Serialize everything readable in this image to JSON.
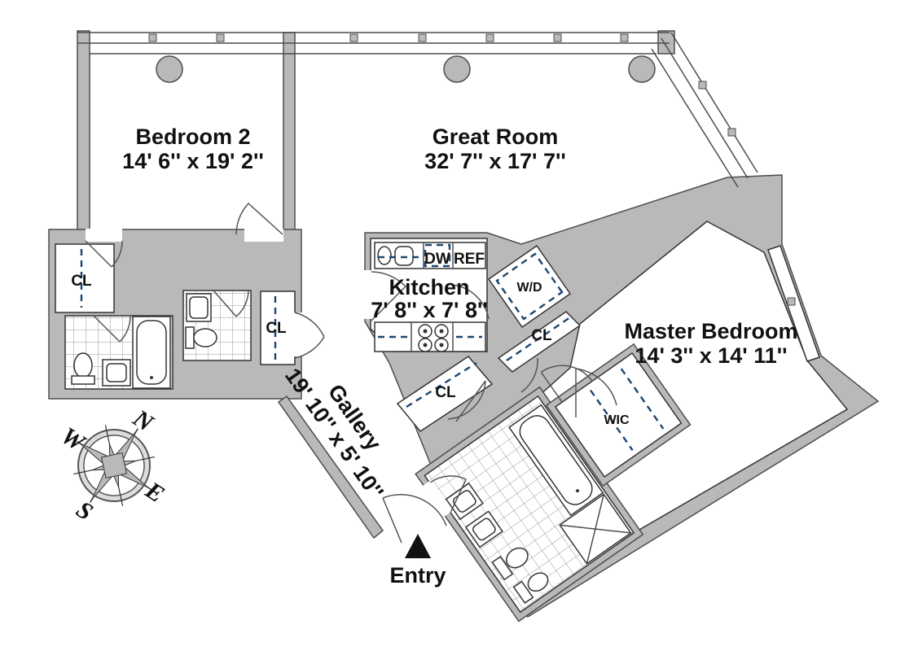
{
  "floor_plan": {
    "rooms": [
      {
        "name": "Bedroom 2",
        "dimensions": "14' 6'' x 19' 2''"
      },
      {
        "name": "Great Room",
        "dimensions": "32' 7'' x 17' 7''"
      },
      {
        "name": "Kitchen",
        "dimensions": "7' 8'' x 7' 8''"
      },
      {
        "name": "Master Bedroom",
        "dimensions": "14' 3'' x 14' 11''"
      },
      {
        "name": "Gallery",
        "dimensions": "19' 10'' x 5' 10''"
      }
    ],
    "labels": {
      "closet": "CL",
      "walk_in_closet": "WIC",
      "washer_dryer": "W/D",
      "dishwasher": "DW",
      "refrigerator": "REF",
      "entry": "Entry"
    },
    "compass": {
      "north": "N",
      "east": "E",
      "south": "S",
      "west": "W"
    },
    "colors": {
      "wall_fill": "#b9b9b9",
      "wall_outline": "#4d4d4d",
      "dashed_line": "#1d4570",
      "background": "#ffffff",
      "text": "#111111"
    }
  }
}
